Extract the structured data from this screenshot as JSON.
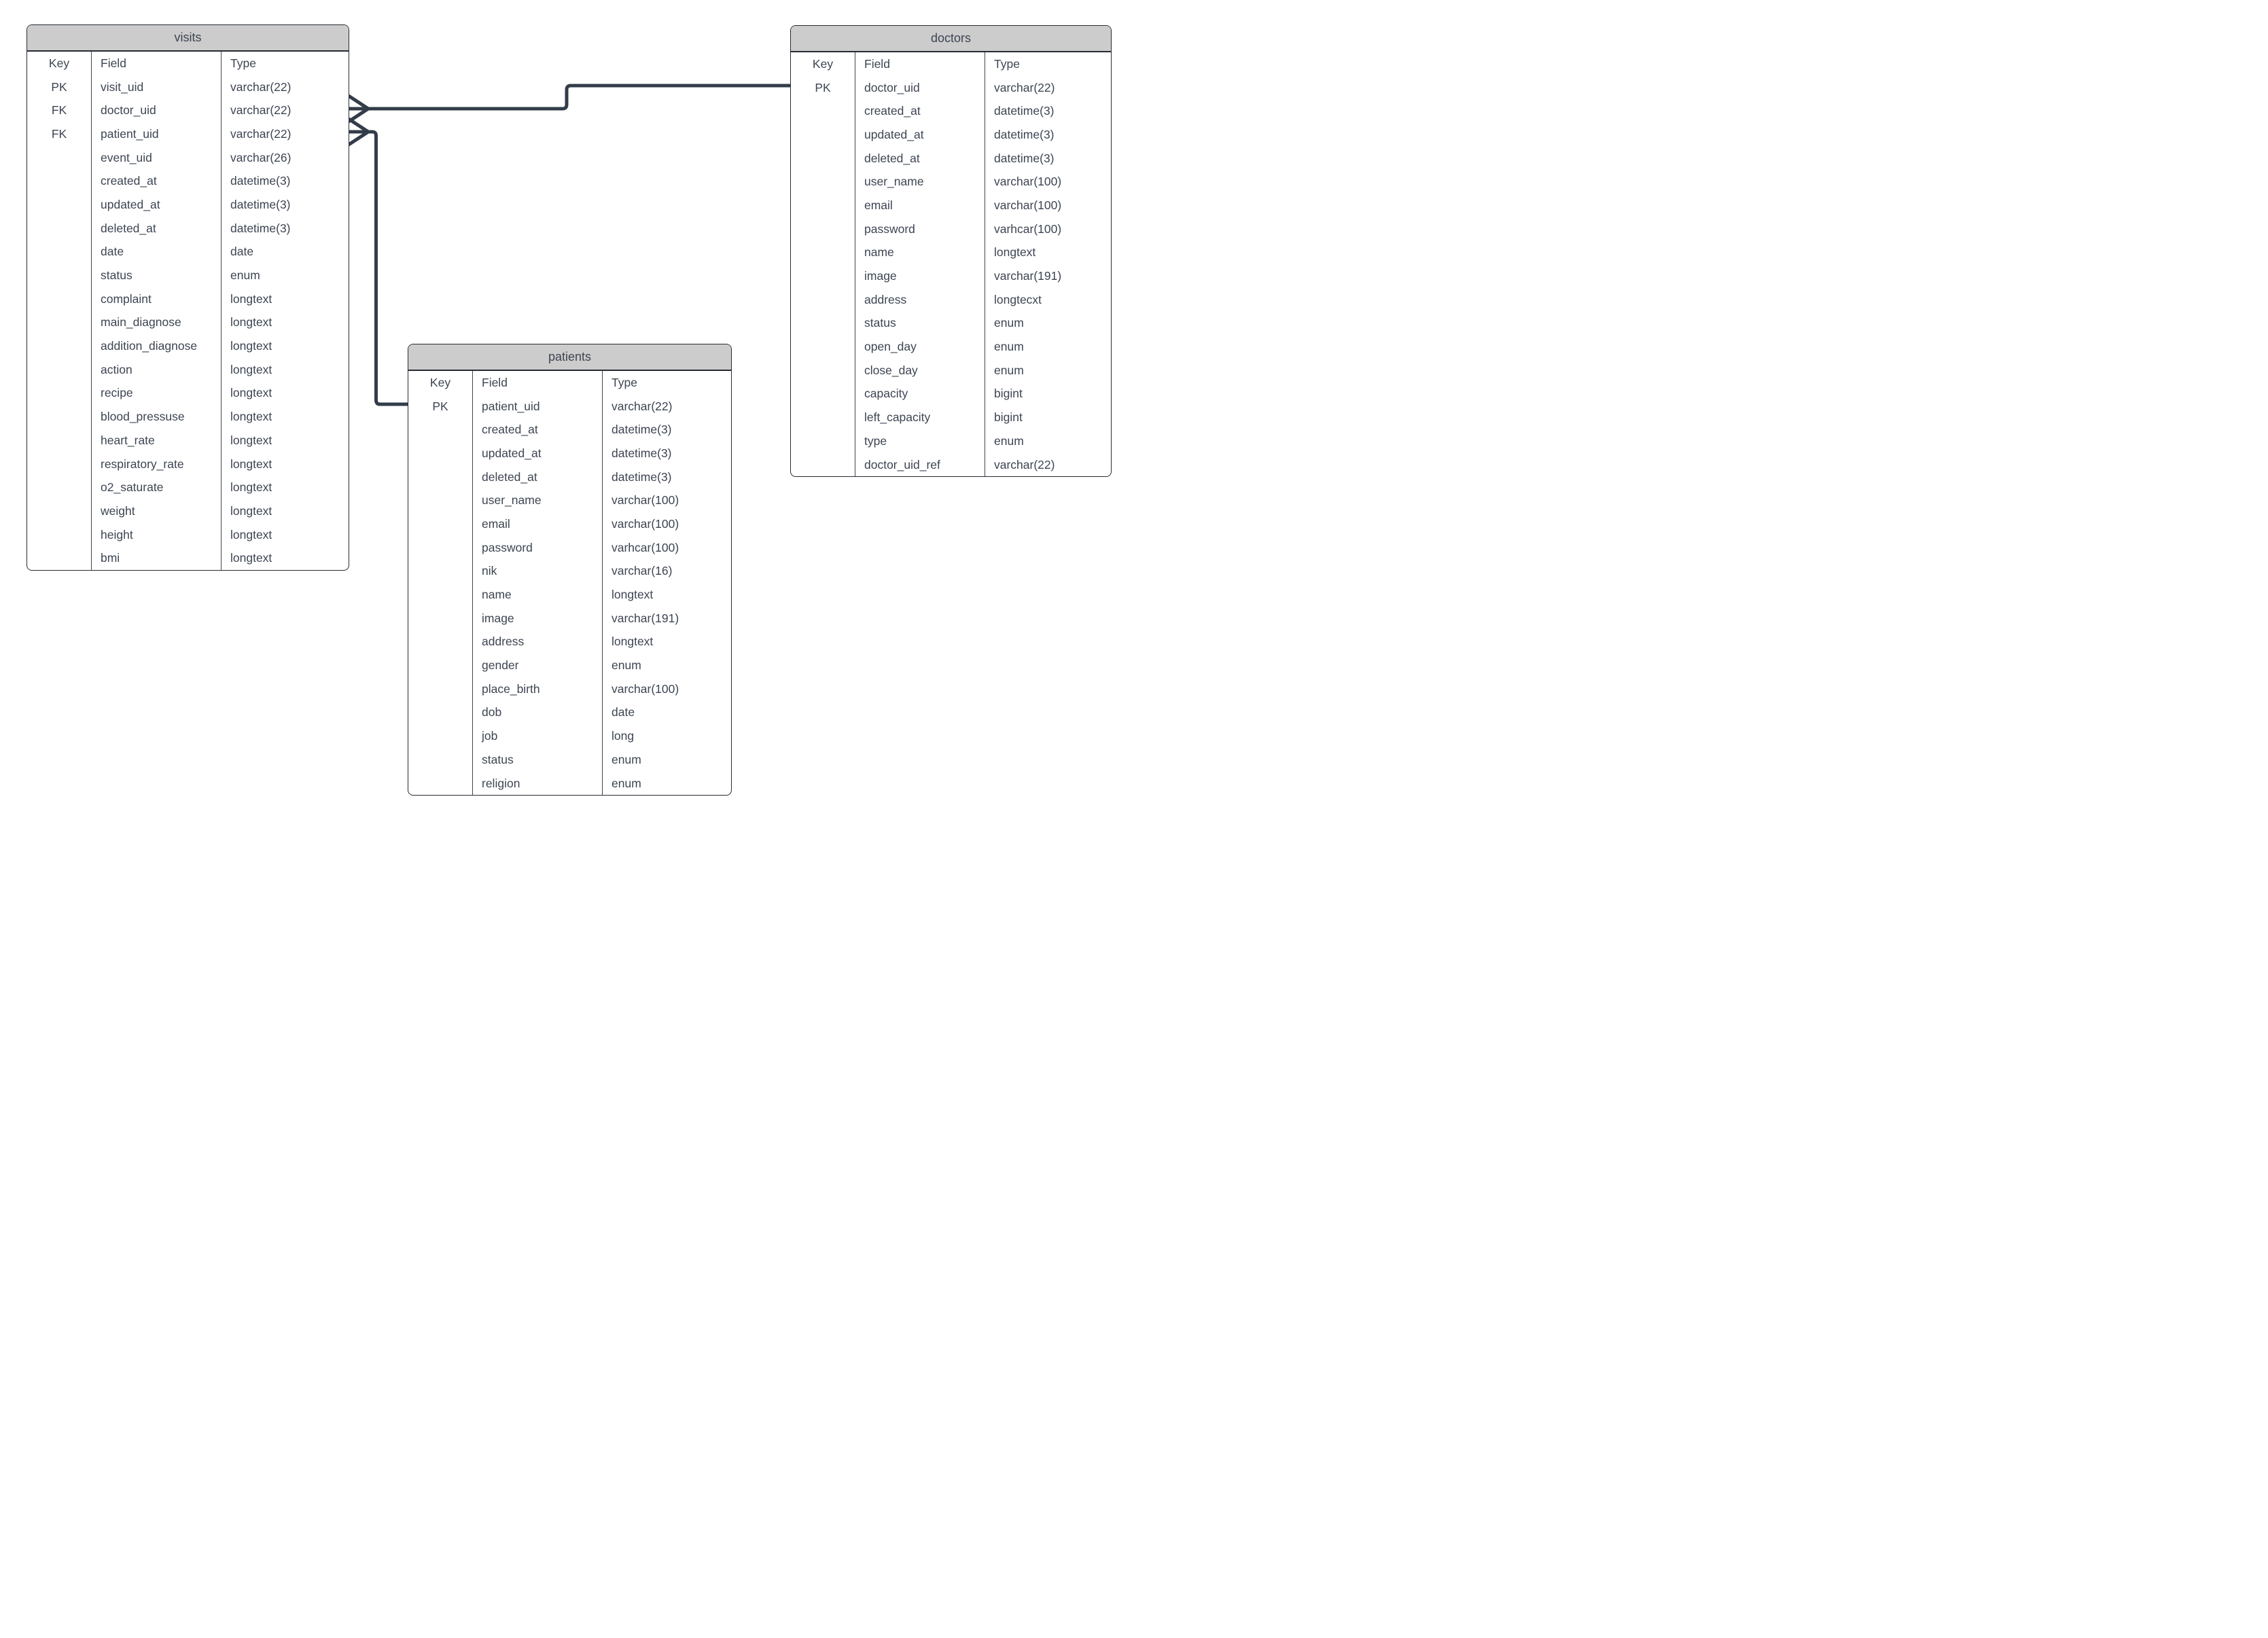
{
  "diagram": {
    "colors": {
      "background": "#ffffff",
      "table_header_fill": "#cccccc",
      "table_border": "#262b33",
      "connector": "#333c49",
      "text": "#3d4552"
    },
    "tables": [
      {
        "id": "visits",
        "title": "visits",
        "columns": {
          "key": "Key",
          "field": "Field",
          "type": "Type"
        },
        "rows": [
          {
            "key": "PK",
            "field": "visit_uid",
            "type": "varchar(22)"
          },
          {
            "key": "FK",
            "field": "doctor_uid",
            "type": "varchar(22)"
          },
          {
            "key": "FK",
            "field": "patient_uid",
            "type": "varchar(22)"
          },
          {
            "key": "",
            "field": "event_uid",
            "type": "varchar(26)"
          },
          {
            "key": "",
            "field": "created_at",
            "type": "datetime(3)"
          },
          {
            "key": "",
            "field": "updated_at",
            "type": "datetime(3)"
          },
          {
            "key": "",
            "field": "deleted_at",
            "type": "datetime(3)"
          },
          {
            "key": "",
            "field": "date",
            "type": "date"
          },
          {
            "key": "",
            "field": "status",
            "type": "enum"
          },
          {
            "key": "",
            "field": "complaint",
            "type": "longtext"
          },
          {
            "key": "",
            "field": "main_diagnose",
            "type": "longtext"
          },
          {
            "key": "",
            "field": "addition_diagnose",
            "type": "longtext"
          },
          {
            "key": "",
            "field": "action",
            "type": "longtext"
          },
          {
            "key": "",
            "field": "recipe",
            "type": "longtext"
          },
          {
            "key": "",
            "field": "blood_pressuse",
            "type": "longtext"
          },
          {
            "key": "",
            "field": "heart_rate",
            "type": "longtext"
          },
          {
            "key": "",
            "field": "respiratory_rate",
            "type": "longtext"
          },
          {
            "key": "",
            "field": "o2_saturate",
            "type": "longtext"
          },
          {
            "key": "",
            "field": "weight",
            "type": "longtext"
          },
          {
            "key": "",
            "field": "height",
            "type": "longtext"
          },
          {
            "key": "",
            "field": "bmi",
            "type": "longtext"
          }
        ]
      },
      {
        "id": "doctors",
        "title": "doctors",
        "columns": {
          "key": "Key",
          "field": "Field",
          "type": "Type"
        },
        "rows": [
          {
            "key": "PK",
            "field": "doctor_uid",
            "type": "varchar(22)"
          },
          {
            "key": "",
            "field": "created_at",
            "type": "datetime(3)"
          },
          {
            "key": "",
            "field": "updated_at",
            "type": "datetime(3)"
          },
          {
            "key": "",
            "field": "deleted_at",
            "type": "datetime(3)"
          },
          {
            "key": "",
            "field": "user_name",
            "type": "varchar(100)"
          },
          {
            "key": "",
            "field": "email",
            "type": "varchar(100)"
          },
          {
            "key": "",
            "field": "password",
            "type": "varhcar(100)"
          },
          {
            "key": "",
            "field": "name",
            "type": "longtext"
          },
          {
            "key": "",
            "field": "image",
            "type": "varchar(191)"
          },
          {
            "key": "",
            "field": "address",
            "type": "longtecxt"
          },
          {
            "key": "",
            "field": "status",
            "type": "enum"
          },
          {
            "key": "",
            "field": "open_day",
            "type": "enum"
          },
          {
            "key": "",
            "field": "close_day",
            "type": "enum"
          },
          {
            "key": "",
            "field": "capacity",
            "type": "bigint"
          },
          {
            "key": "",
            "field": "left_capacity",
            "type": "bigint"
          },
          {
            "key": "",
            "field": "type",
            "type": "enum"
          },
          {
            "key": "",
            "field": "doctor_uid_ref",
            "type": "varchar(22)"
          }
        ]
      },
      {
        "id": "patients",
        "title": "patients",
        "columns": {
          "key": "Key",
          "field": "Field",
          "type": "Type"
        },
        "rows": [
          {
            "key": "PK",
            "field": "patient_uid",
            "type": "varchar(22)"
          },
          {
            "key": "",
            "field": "created_at",
            "type": "datetime(3)"
          },
          {
            "key": "",
            "field": "updated_at",
            "type": "datetime(3)"
          },
          {
            "key": "",
            "field": "deleted_at",
            "type": "datetime(3)"
          },
          {
            "key": "",
            "field": "user_name",
            "type": "varchar(100)"
          },
          {
            "key": "",
            "field": "email",
            "type": "varchar(100)"
          },
          {
            "key": "",
            "field": "password",
            "type": "varhcar(100)"
          },
          {
            "key": "",
            "field": "nik",
            "type": "varchar(16)"
          },
          {
            "key": "",
            "field": "name",
            "type": "longtext"
          },
          {
            "key": "",
            "field": "image",
            "type": "varchar(191)"
          },
          {
            "key": "",
            "field": "address",
            "type": "longtext"
          },
          {
            "key": "",
            "field": "gender",
            "type": "enum"
          },
          {
            "key": "",
            "field": "place_birth",
            "type": "varchar(100)"
          },
          {
            "key": "",
            "field": "dob",
            "type": "date"
          },
          {
            "key": "",
            "field": "job",
            "type": "long"
          },
          {
            "key": "",
            "field": "status",
            "type": "enum"
          },
          {
            "key": "",
            "field": "religion",
            "type": "enum"
          }
        ]
      }
    ],
    "relations": [
      {
        "from_table": "visits",
        "from_field": "doctor_uid",
        "to_table": "doctors",
        "to_field": "doctor_uid",
        "from_cardinality": "many",
        "to_cardinality": "one"
      },
      {
        "from_table": "visits",
        "from_field": "patient_uid",
        "to_table": "patients",
        "to_field": "patient_uid",
        "from_cardinality": "many",
        "to_cardinality": "one"
      }
    ]
  }
}
